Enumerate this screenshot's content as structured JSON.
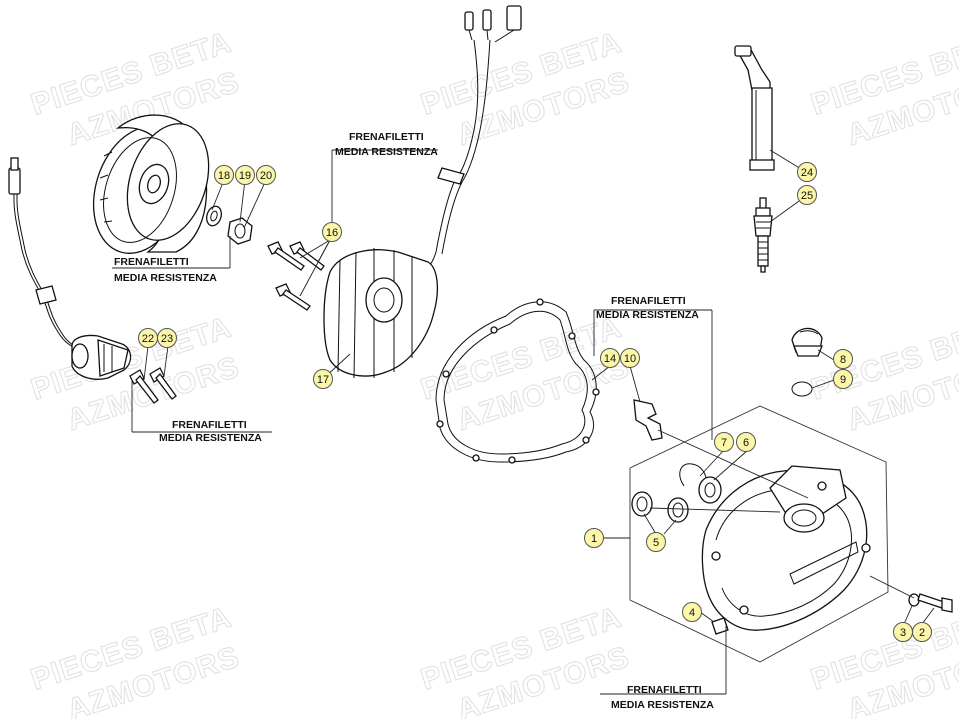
{
  "watermarks": [
    {
      "line1": "PIECES BETA",
      "line2": "AZMOTORS"
    },
    {
      "line1": "PIECES BETA",
      "line2": "AZMOTORS"
    },
    {
      "line1": "PIECES BETA",
      "line2": "AZMOTORS"
    },
    {
      "line1": "PIECES BETA",
      "line2": "AZMOTORS"
    },
    {
      "line1": "PIECES BETA",
      "line2": "AZMOTORS"
    },
    {
      "line1": "PIECES BETA",
      "line2": "AZMOTORS"
    },
    {
      "line1": "PIECES BETA",
      "line2": "AZMOTORS"
    },
    {
      "line1": "PIECES BETA",
      "line2": "AZMOTORS"
    },
    {
      "line1": "PIECES BETA",
      "line2": "AZMOTORS"
    }
  ],
  "notes": [
    {
      "line1": "FRENAFILETTI",
      "line2": "MEDIA RESISTENZA"
    },
    {
      "line1": "FRENAFILETTI",
      "line2": "MEDIA RESISTENZA"
    },
    {
      "line1": "FRENAFILETTI",
      "line2": "MEDIA RESISTENZA"
    },
    {
      "line1": "FRENAFILETTI",
      "line2": "MEDIA RESISTENZA"
    },
    {
      "line1": "FRENAFILETTI",
      "line2": "MEDIA RESISTENZA"
    }
  ],
  "callouts": [
    "18",
    "19",
    "20",
    "16",
    "17",
    "22",
    "23",
    "24",
    "25",
    "14",
    "10",
    "8",
    "9",
    "7",
    "6",
    "1",
    "5",
    "4",
    "3",
    "2"
  ],
  "colors": {
    "callout_fill": "#fbf6a8",
    "line": "#111111",
    "watermark": "#e2e2e2"
  }
}
